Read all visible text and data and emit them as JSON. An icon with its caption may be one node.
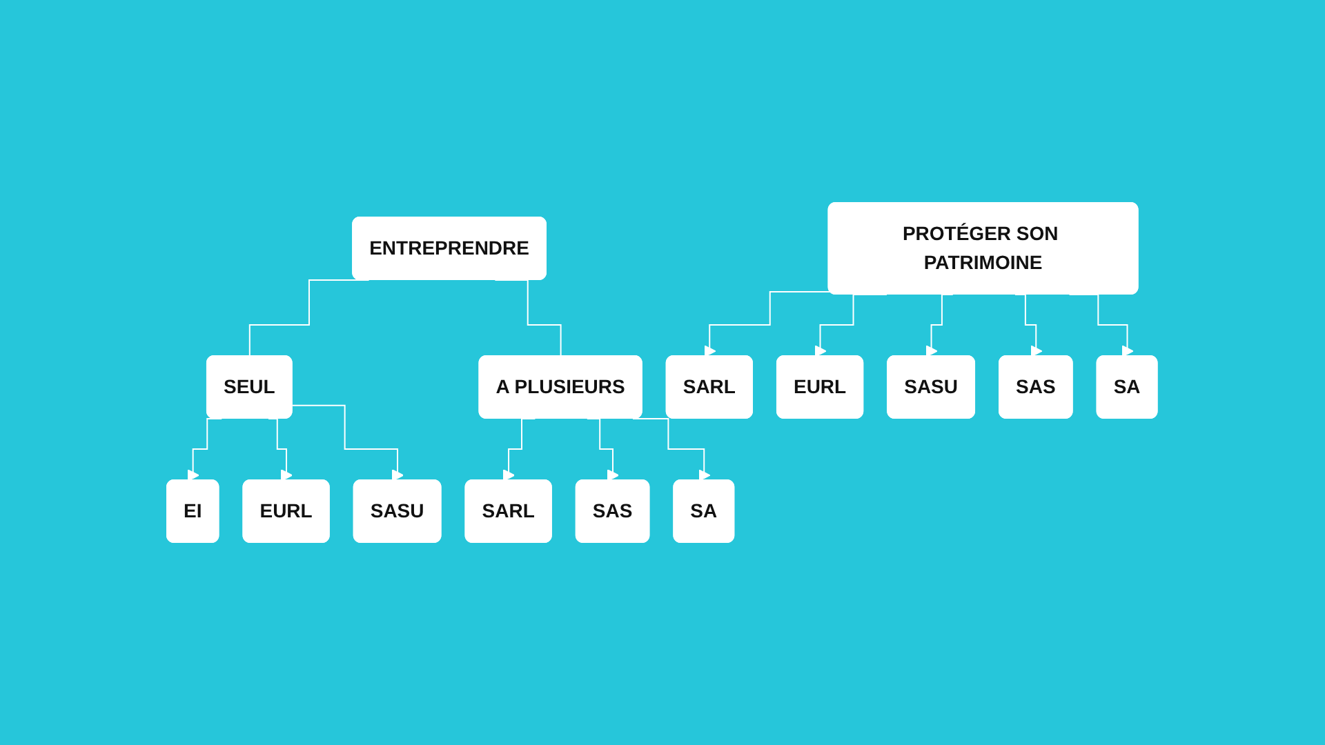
{
  "diagram": {
    "nodes": [
      {
        "text": [
          "ENTREPRENDRE"
        ]
      },
      {
        "text": [
          "SEUL"
        ]
      },
      {
        "text": [
          "A PLUSIEURS"
        ]
      },
      {
        "text": [
          "EI"
        ]
      },
      {
        "text": [
          "EURL"
        ]
      },
      {
        "text": [
          "SASU"
        ]
      },
      {
        "text": [
          "SARL"
        ]
      },
      {
        "text": [
          "SAS"
        ]
      },
      {
        "text": [
          "SA"
        ]
      },
      {
        "text": [
          "PROTÉGER SON PATRIMOINE"
        ]
      },
      {
        "text": [
          "SARL"
        ]
      },
      {
        "text": [
          "EURL"
        ]
      },
      {
        "text": [
          "SASU"
        ]
      },
      {
        "text": [
          "SAS"
        ]
      },
      {
        "text": [
          "SA"
        ]
      }
    ],
    "edges": [
      {
        "from": 0,
        "to": 1,
        "arrow": "none"
      },
      {
        "from": 0,
        "to": 2,
        "arrow": "none"
      },
      {
        "from": 1,
        "to": 3,
        "arrow": "to"
      },
      {
        "from": 1,
        "to": 4,
        "arrow": "to"
      },
      {
        "from": 1,
        "to": 5,
        "arrow": "to"
      },
      {
        "from": 2,
        "to": 6,
        "arrow": "to"
      },
      {
        "from": 2,
        "to": 7,
        "arrow": "to"
      },
      {
        "from": 2,
        "to": 8,
        "arrow": "to"
      },
      {
        "from": 9,
        "to": 10,
        "arrow": "to"
      },
      {
        "from": 9,
        "to": 11,
        "arrow": "to"
      },
      {
        "from": 9,
        "to": 12,
        "arrow": "to"
      },
      {
        "from": 9,
        "to": 13,
        "arrow": "to"
      },
      {
        "from": 9,
        "to": 14,
        "arrow": "to"
      }
    ]
  }
}
